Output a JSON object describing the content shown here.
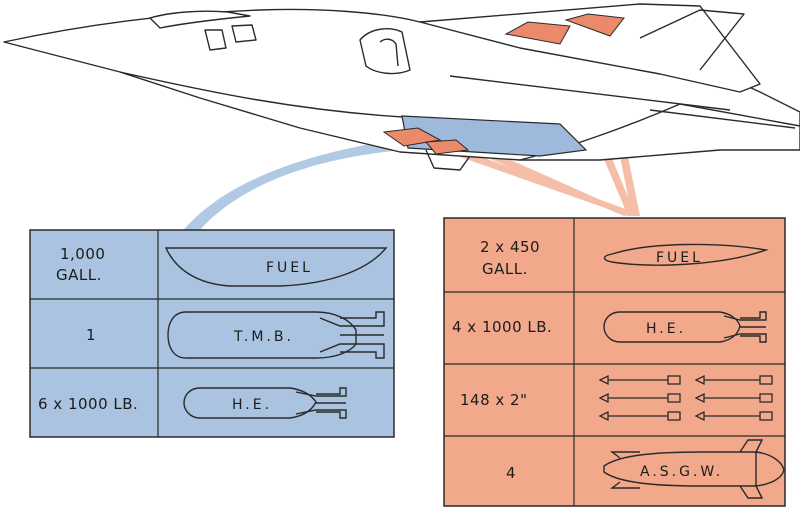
{
  "colors": {
    "internal_panel": "#a9c3e0",
    "external_panel": "#f2a98b",
    "internal_bay": "#9db9dc",
    "external_pylon": "#ea8a6a",
    "line": "#2a2a2a"
  },
  "internal_stores": {
    "rows": [
      {
        "qty": [
          "1,000",
          "GALL."
        ],
        "store": "FUEL",
        "icon": "fuel-tank-icon"
      },
      {
        "qty": [
          "1"
        ],
        "store": "T.M.B.",
        "icon": "bomb-icon"
      },
      {
        "qty": [
          "6 x 1000 LB."
        ],
        "store": "H.E.",
        "icon": "bomb-icon"
      }
    ]
  },
  "external_stores": {
    "rows": [
      {
        "qty": [
          "2 x 450",
          "GALL."
        ],
        "store": "FUEL",
        "icon": "drop-tank-icon"
      },
      {
        "qty": [
          "4 x 1000 LB."
        ],
        "store": "H.E.",
        "icon": "bomb-icon"
      },
      {
        "qty": [
          "148 x 2\""
        ],
        "store": "",
        "icon": "rocket-icon"
      },
      {
        "qty": [
          "4"
        ],
        "store": "A.S.G.W.",
        "icon": "missile-icon"
      }
    ]
  }
}
